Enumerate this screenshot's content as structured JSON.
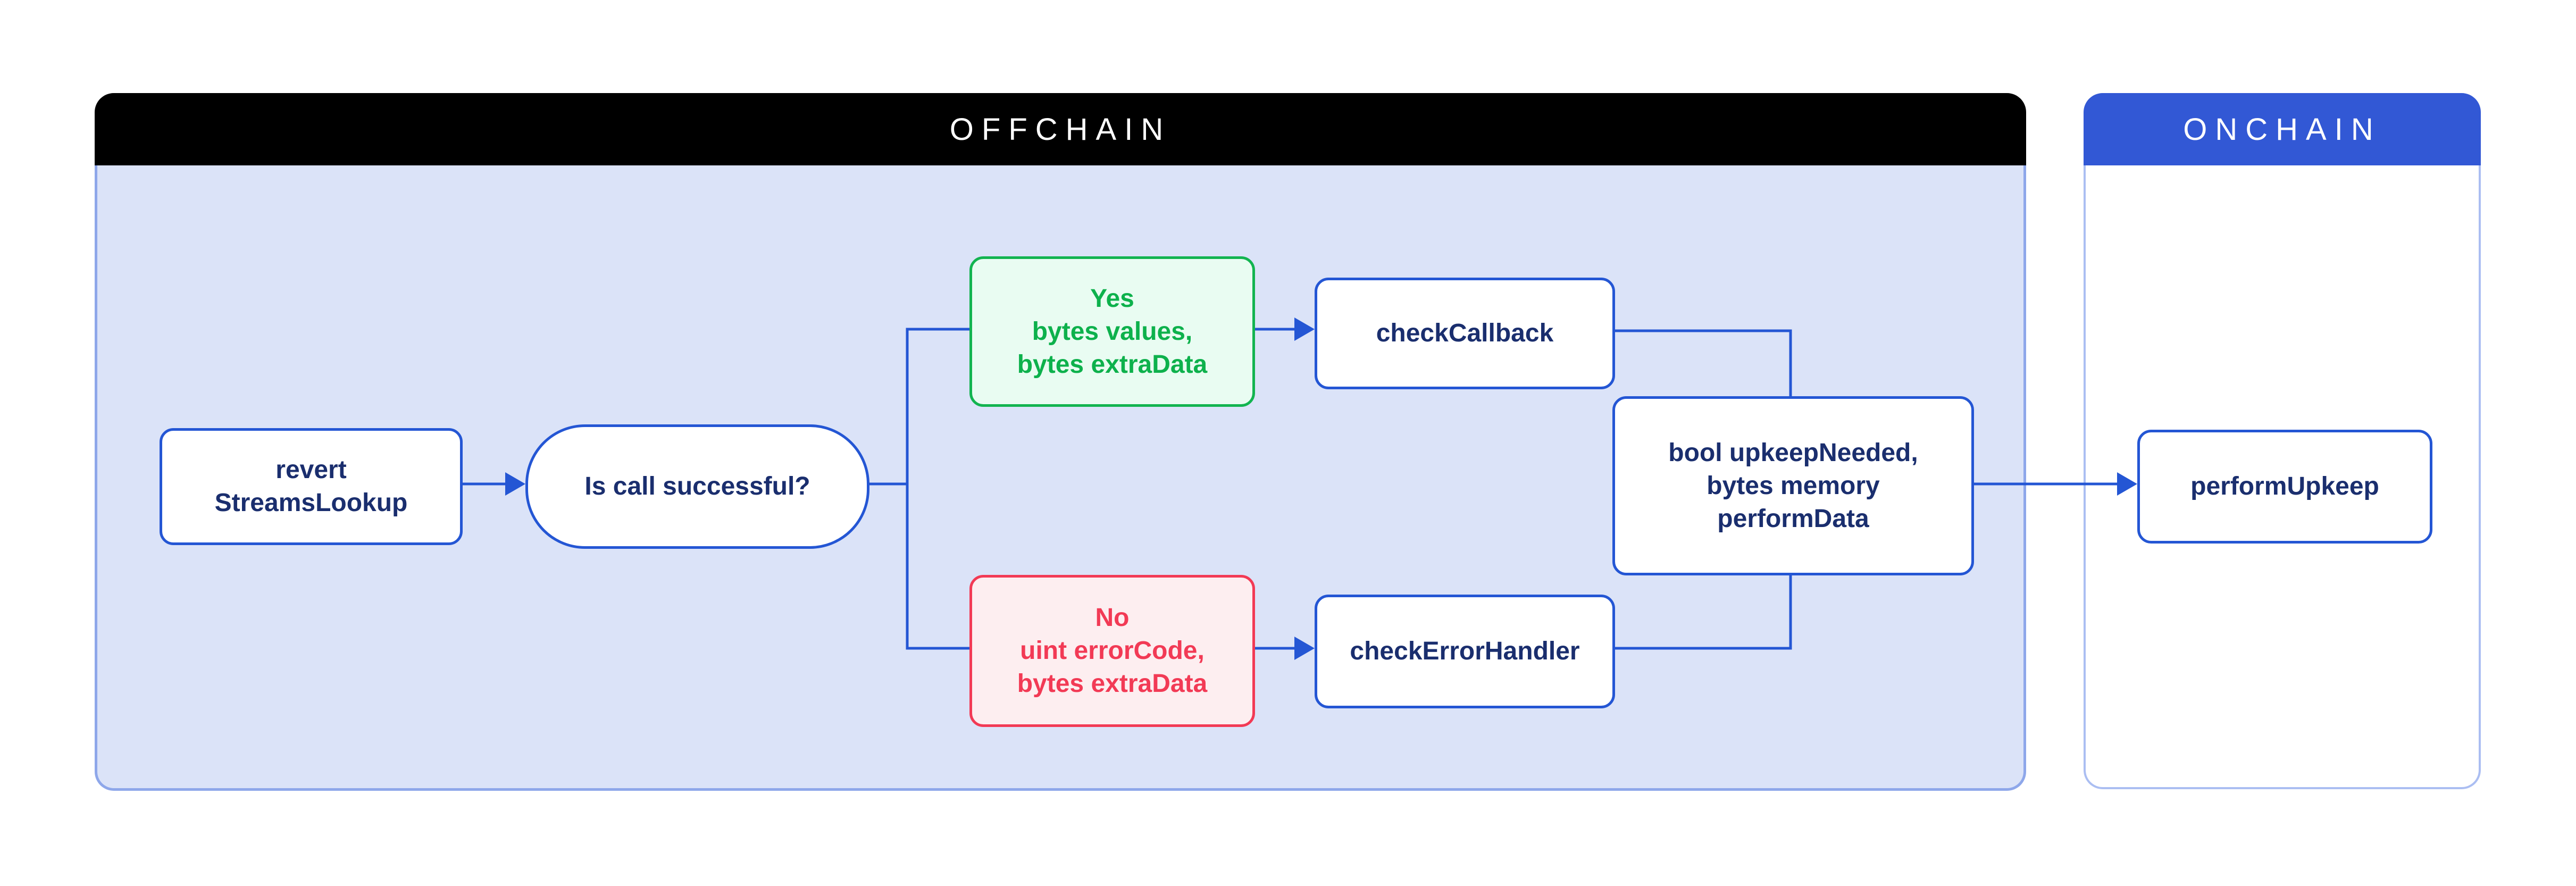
{
  "diagram": {
    "panels": {
      "offchain": {
        "title": "OFFCHAIN"
      },
      "onchain": {
        "title": "ONCHAIN"
      }
    },
    "nodes": {
      "revert": {
        "label": "revert\nStreamsLookup"
      },
      "question": {
        "label": "Is call successful?"
      },
      "yes": {
        "label": "Yes\nbytes values,\nbytes extraData"
      },
      "no": {
        "label": "No\nuint errorCode,\nbytes extraData"
      },
      "check_callback": {
        "label": "checkCallback"
      },
      "check_error_handler": {
        "label": "checkErrorHandler"
      },
      "upkeep": {
        "label": "bool upkeepNeeded,\nbytes memory\nperformData"
      },
      "perform_upkeep": {
        "label": "performUpkeep"
      }
    },
    "colors": {
      "offchain_header_bg": "#000000",
      "onchain_header_bg": "#3258d5",
      "offchain_body_bg": "#dbe3f8",
      "panel_border": "#8ea7ea",
      "onchain_border": "#abbef2",
      "line_blue": "#2456d4",
      "node_text": "#1a2e6e",
      "yes_green": "#0db14c",
      "yes_green_bg": "#e9fcf2",
      "yes_green_border": "#12b450",
      "no_red": "#f23a55",
      "no_red_bg": "#fdeef0"
    }
  }
}
